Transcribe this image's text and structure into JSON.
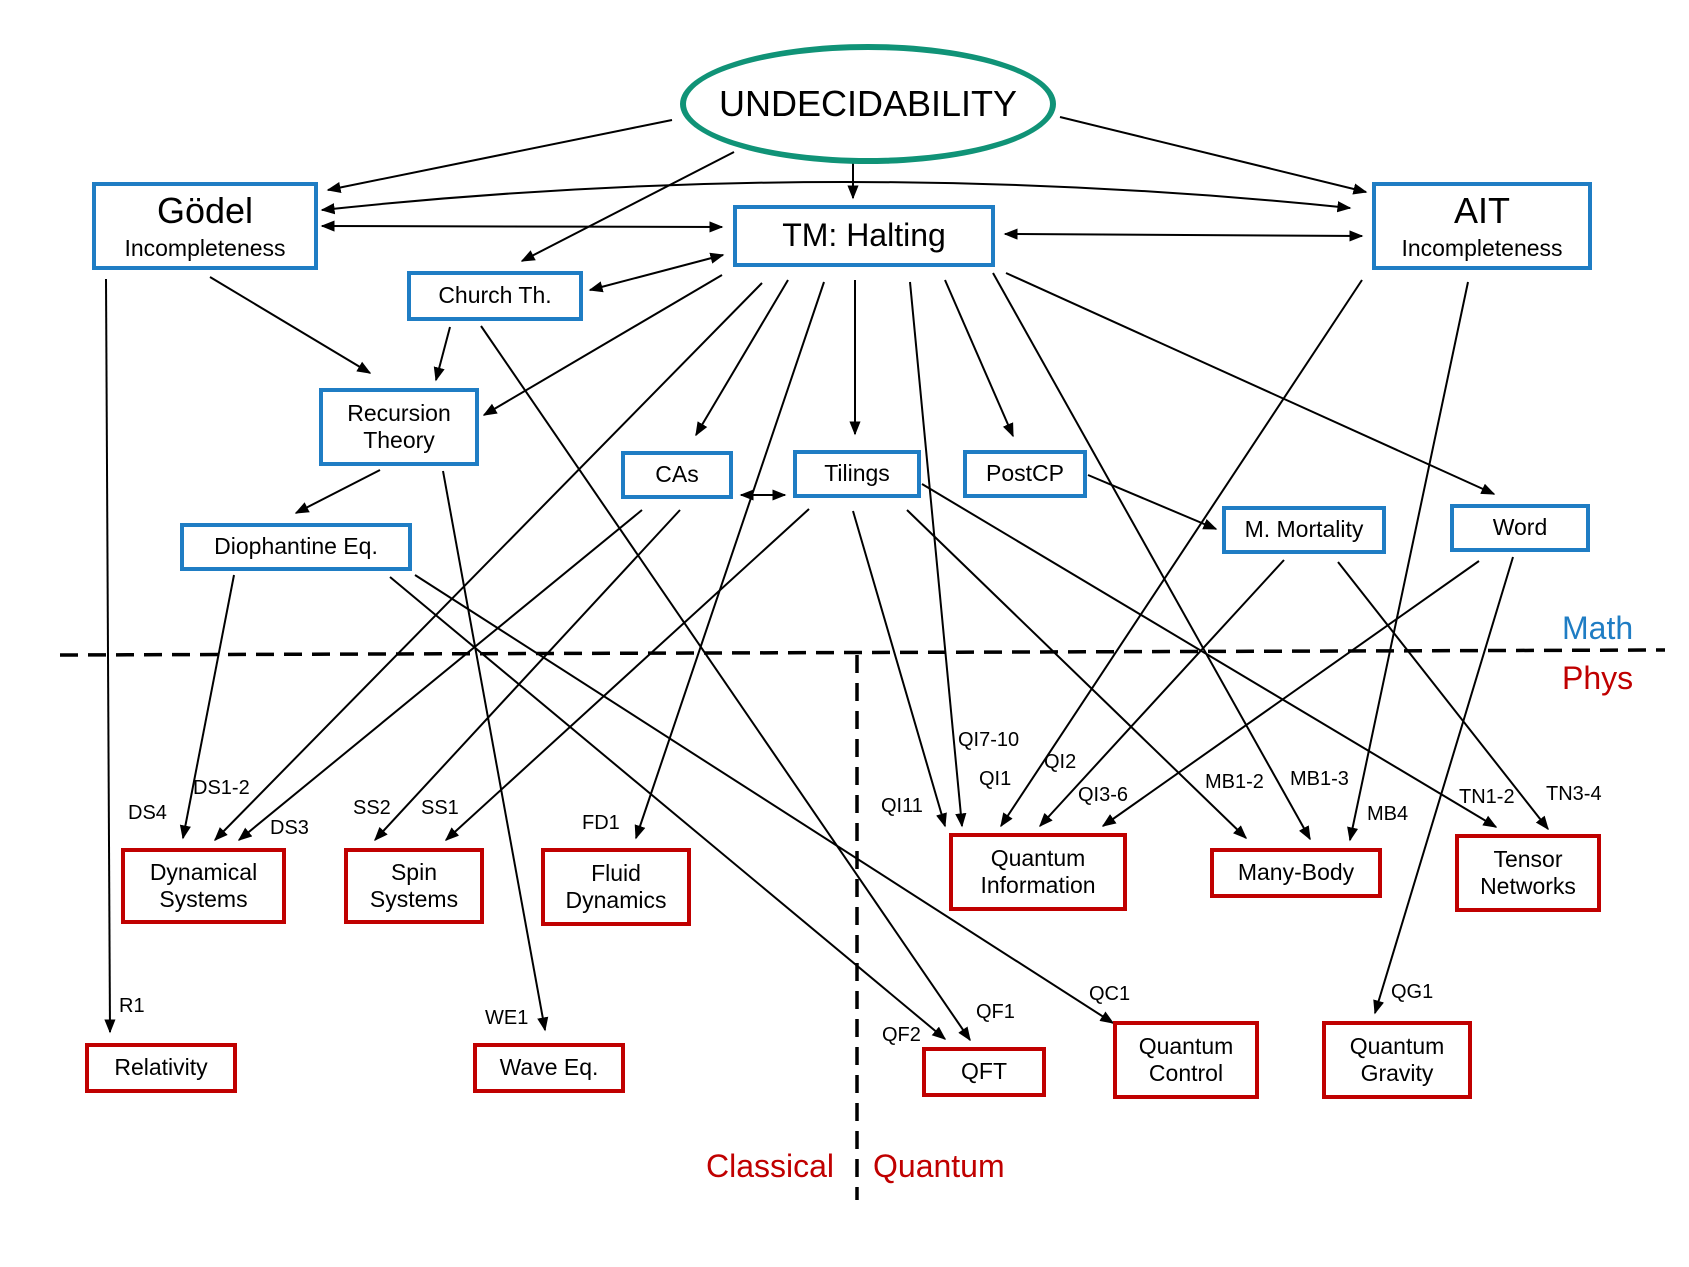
{
  "title": "UNDECIDABILITY",
  "colors": {
    "math": "#1f7dc4",
    "phys": "#c00000",
    "root": "#109377"
  },
  "regions": {
    "math": "Math",
    "phys": "Phys",
    "classical": "Classical",
    "quantum": "Quantum"
  },
  "math_nodes": {
    "godel": {
      "title": "Gödel",
      "subtitle": "Incompleteness"
    },
    "tm": {
      "title": "TM: Halting"
    },
    "ait": {
      "title": "AIT",
      "subtitle": "Incompleteness"
    },
    "church": {
      "title": "Church Th."
    },
    "recursion": {
      "line1": "Recursion",
      "line2": "Theory"
    },
    "cas": {
      "title": "CAs"
    },
    "tilings": {
      "title": "Tilings"
    },
    "postcp": {
      "title": "PostCP"
    },
    "mortality": {
      "title": "M. Mortality"
    },
    "word": {
      "title": "Word"
    },
    "diophantine": {
      "title": "Diophantine Eq."
    }
  },
  "phys_nodes": {
    "dynamical": {
      "line1": "Dynamical",
      "line2": "Systems"
    },
    "spin": {
      "line1": "Spin",
      "line2": "Systems"
    },
    "fluid": {
      "line1": "Fluid",
      "line2": "Dynamics"
    },
    "qinfo": {
      "line1": "Quantum",
      "line2": "Information"
    },
    "manybody": {
      "title": "Many-Body"
    },
    "tensor": {
      "line1": "Tensor",
      "line2": "Networks"
    },
    "relativity": {
      "title": "Relativity"
    },
    "waveeq": {
      "title": "Wave Eq."
    },
    "qft": {
      "title": "QFT"
    },
    "qcontrol": {
      "line1": "Quantum",
      "line2": "Control"
    },
    "qgravity": {
      "line1": "Quantum",
      "line2": "Gravity"
    }
  },
  "edge_labels": {
    "ds12": "DS1-2",
    "ds4": "DS4",
    "ds3": "DS3",
    "ss2": "SS2",
    "ss1": "SS1",
    "fd1": "FD1",
    "qi710": "QI7-10",
    "qi1": "QI1",
    "qi2": "QI2",
    "qi11": "QI11",
    "qi36": "QI3-6",
    "mb12": "MB1-2",
    "mb13": "MB1-3",
    "mb4": "MB4",
    "tn12": "TN1-2",
    "tn34": "TN3-4",
    "r1": "R1",
    "we1": "WE1",
    "qf2": "QF2",
    "qf1": "QF1",
    "qc1": "QC1",
    "qg1": "QG1"
  }
}
